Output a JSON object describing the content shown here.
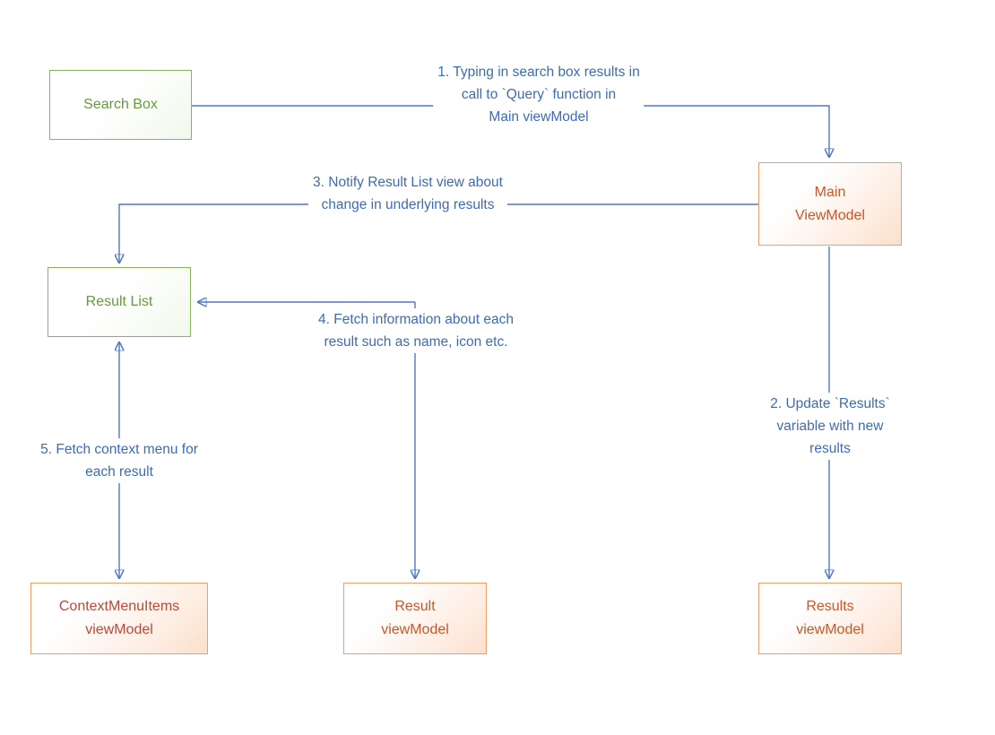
{
  "diagram": {
    "nodes": {
      "search_box": {
        "label": "Search Box"
      },
      "main_viewmodel": {
        "label": "Main\nViewModel"
      },
      "result_list": {
        "label": "Result List"
      },
      "contextmenuitems_viewmodel": {
        "label": "ContextMenuItems\nviewModel"
      },
      "result_viewmodel": {
        "label": "Result\nviewModel"
      },
      "results_viewmodel": {
        "label": "Results\nviewModel"
      }
    },
    "annotations": {
      "step1": "1. Typing in search box results in\ncall to `Query` function in\nMain viewModel",
      "step2": "2. Update `Results` variable with new\nresults",
      "step3": "3. Notify Result List view about\nchange in underlying results",
      "step4": "4. Fetch information about each\nresult such as name, icon etc.",
      "step5": "5. Fetch context menu for\neach result"
    },
    "colors": {
      "green_node_border": "#86B55C",
      "green_node_text": "#699840",
      "orange_node_border": "#EE9E67",
      "orange_node_text": "#C9562B",
      "contextmenu_node_text": "#BE4836",
      "connector_blue": "#4E79BD",
      "annotation_blue": "#3E6BB4",
      "background": "#FFFFFF"
    }
  }
}
